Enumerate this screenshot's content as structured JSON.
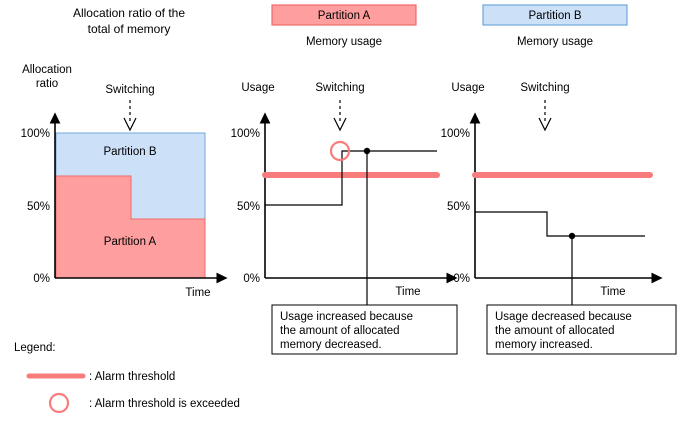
{
  "title_chart1": {
    "line1": "Allocation ratio of the",
    "line2": "total of memory"
  },
  "colors": {
    "partition_a_fill": "#ff9e9e",
    "partition_a_stroke": "#f06a6a",
    "partition_b_fill": "#cce0f7",
    "partition_b_stroke": "#6fa8dc",
    "alarm_threshold": "#f97c7c",
    "axis": "#000000"
  },
  "chart1": {
    "name": "allocation-ratio-chart",
    "y_axis_label_line1": "Allocation",
    "y_axis_label_line2": "ratio",
    "x_axis_label": "Time",
    "switching_label": "Switching",
    "y_ticks": [
      "100%",
      "50%",
      "0%"
    ],
    "band_a_label": "Partition A",
    "band_b_label": "Partition B",
    "chart_data": {
      "type": "area",
      "title": "Allocation ratio of the total of memory",
      "xlabel": "Time",
      "ylabel": "Allocation ratio",
      "ylim": [
        0,
        100
      ],
      "yticks": [
        0,
        50,
        100
      ],
      "ytick_labels": [
        "0%",
        "50%",
        "100%"
      ],
      "grid": false,
      "switching_event_x_fraction": 0.51,
      "series": [
        {
          "name": "Partition A",
          "stacked_bottom": 0,
          "values_before_switch": 70,
          "values_after_switch": 40
        },
        {
          "name": "Partition B",
          "stacked_on": "Partition A",
          "values_before_switch": 30,
          "values_after_switch": 60
        }
      ],
      "annotations": [
        "Switching"
      ]
    }
  },
  "chart2": {
    "name": "partition-a-usage-chart",
    "header_label": "Partition A",
    "subtitle": "Memory usage",
    "y_axis_label": "Usage",
    "x_axis_label": "Time",
    "switching_label": "Switching",
    "y_ticks": [
      "100%",
      "50%",
      "0%"
    ],
    "callout_text_line1": "Usage increased because",
    "callout_text_line2": "the amount of allocated",
    "callout_text_line3": "memory decreased.",
    "chart_data": {
      "type": "line",
      "title": "Partition A Memory usage",
      "xlabel": "Time",
      "ylabel": "Usage",
      "ylim": [
        0,
        100
      ],
      "yticks": [
        0,
        50,
        100
      ],
      "ytick_labels": [
        "0%",
        "50%",
        "100%"
      ],
      "grid": false,
      "step": true,
      "switching_event_x_fraction": 0.53,
      "alarm_threshold": 70,
      "alarm_threshold_exceeded": true,
      "series": [
        {
          "name": "Usage",
          "values_before_switch": 50,
          "values_after_switch": 85
        }
      ],
      "markers": [
        {
          "kind": "alarm-exceeded-circle",
          "x_fraction": 0.53,
          "y": 85
        },
        {
          "kind": "callout-point",
          "x_fraction": 0.64,
          "y": 85
        }
      ]
    }
  },
  "chart3": {
    "name": "partition-b-usage-chart",
    "header_label": "Partition B",
    "subtitle": "Memory usage",
    "y_axis_label": "Usage",
    "x_axis_label": "Time",
    "switching_label": "Switching",
    "y_ticks": [
      "100%",
      "50%",
      "0%"
    ],
    "callout_text_line1": "Usage decreased because",
    "callout_text_line2": "the amount of allocated",
    "callout_text_line3": "memory increased.",
    "chart_data": {
      "type": "line",
      "title": "Partition B Memory usage",
      "xlabel": "Time",
      "ylabel": "Usage",
      "ylim": [
        0,
        100
      ],
      "yticks": [
        0,
        50,
        100
      ],
      "ytick_labels": [
        "0%",
        "50%",
        "100%"
      ],
      "grid": false,
      "step": true,
      "switching_event_x_fraction": 0.53,
      "alarm_threshold": 70,
      "alarm_threshold_exceeded": false,
      "series": [
        {
          "name": "Usage",
          "values_before_switch": 47,
          "values_after_switch": 29
        }
      ],
      "markers": [
        {
          "kind": "callout-point",
          "x_fraction": 0.64,
          "y": 29
        }
      ]
    }
  },
  "legend": {
    "heading": "Legend:",
    "items": [
      {
        "icon": "alarm-threshold-line-icon",
        "label": ": Alarm threshold"
      },
      {
        "icon": "alarm-exceeded-circle-icon",
        "label": ": Alarm threshold is exceeded"
      }
    ]
  }
}
